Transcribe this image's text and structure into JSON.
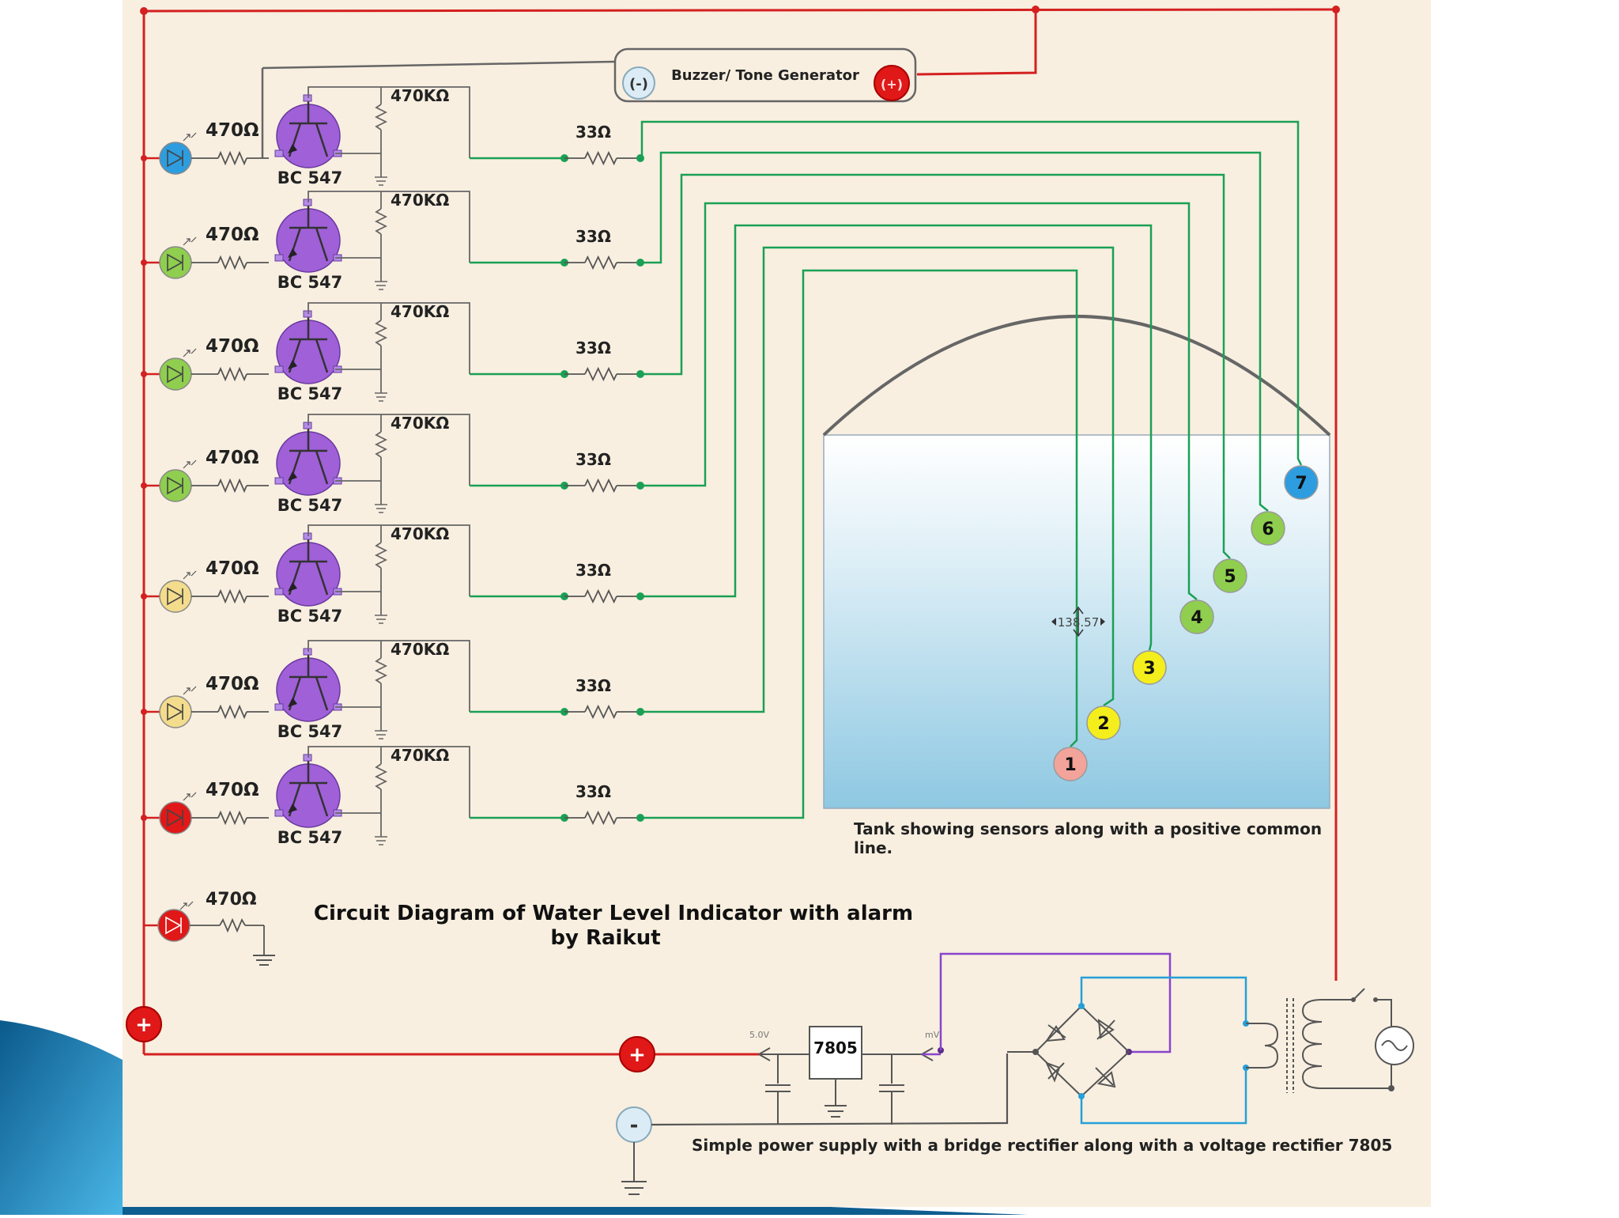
{
  "buzzer": {
    "label": "Buzzer/ Tone Generator",
    "minus": "(-)",
    "plus": "(+)"
  },
  "led_resistor": "470Ω",
  "base_resistor": "470KΩ",
  "sensor_resistor": "33Ω",
  "transistor": "BC 547",
  "stages": [
    {
      "led_color": "#2d9de0"
    },
    {
      "led_color": "#8fce4f"
    },
    {
      "led_color": "#8fce4f"
    },
    {
      "led_color": "#8fce4f"
    },
    {
      "led_color": "#f3dc8c"
    },
    {
      "led_color": "#f3dc8c"
    },
    {
      "led_color": "#e01818"
    }
  ],
  "extra_led_color": "#e01818",
  "sensors": [
    {
      "label": "1",
      "color": "#f2a39a"
    },
    {
      "label": "2",
      "color": "#f4ee1c"
    },
    {
      "label": "3",
      "color": "#f4ee1c"
    },
    {
      "label": "4",
      "color": "#8fce4f"
    },
    {
      "label": "5",
      "color": "#8fce4f"
    },
    {
      "label": "6",
      "color": "#8fce4f"
    },
    {
      "label": "7",
      "color": "#2d9de0"
    }
  ],
  "dimension_label": "138.57",
  "tank_caption": "Tank showing sensors along with a positive common line.",
  "title_line1": "Circuit Diagram of Water Level Indicator with alarm",
  "title_line2": "by Raikut",
  "power": {
    "plus": "+",
    "minus": "-",
    "regulator": "7805",
    "caption": "Simple power supply with a bridge rectifier along with a voltage rectifier 7805",
    "probe_out": "5.0V",
    "probe_in": "mV"
  },
  "colors": {
    "background": "#f8efe0",
    "positive_wire": "#d42020",
    "sensor_wire": "#1aa055",
    "transistor": "#a060d8",
    "resistor": "#555555",
    "diode_wire": "#8a44cc",
    "bridge_wire": "#25a0d8"
  }
}
